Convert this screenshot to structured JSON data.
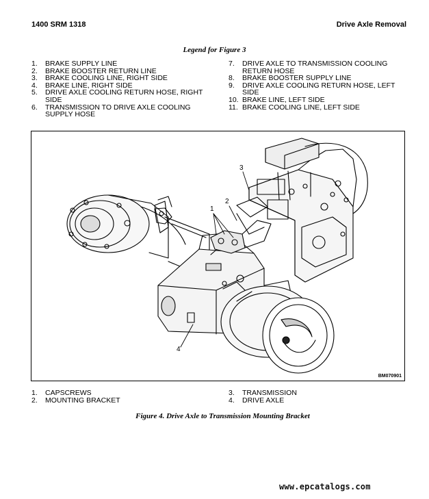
{
  "header": {
    "left": "1400 SRM 1318",
    "right": "Drive Axle Removal"
  },
  "legend_fig3": {
    "title": "Legend for Figure 3",
    "left": [
      {
        "num": "1.",
        "text": "BRAKE SUPPLY LINE"
      },
      {
        "num": "2.",
        "text": "BRAKE BOOSTER RETURN LINE"
      },
      {
        "num": "3.",
        "text": "BRAKE COOLING LINE, RIGHT SIDE"
      },
      {
        "num": "4.",
        "text": "BRAKE LINE, RIGHT SIDE"
      },
      {
        "num": "5.",
        "text": "DRIVE AXLE COOLING RETURN HOSE, RIGHT SIDE"
      },
      {
        "num": "6.",
        "text": "TRANSMISSION TO DRIVE AXLE COOLING SUPPLY HOSE"
      }
    ],
    "right": [
      {
        "num": "7.",
        "text": "DRIVE AXLE TO TRANSMISSION COOLING RETURN HOSE"
      },
      {
        "num": "8.",
        "text": "BRAKE BOOSTER SUPPLY LINE"
      },
      {
        "num": "9.",
        "text": "DRIVE AXLE COOLING RETURN HOSE, LEFT SIDE"
      },
      {
        "num": "10.",
        "text": "BRAKE LINE, LEFT SIDE"
      },
      {
        "num": "11.",
        "text": "BRAKE COOLING LINE, LEFT SIDE"
      }
    ]
  },
  "figure": {
    "callouts": [
      "1",
      "2",
      "3",
      "4"
    ],
    "id": "BM070901"
  },
  "legend_fig4": {
    "left": [
      {
        "num": "1.",
        "text": "CAPSCREWS"
      },
      {
        "num": "2.",
        "text": "MOUNTING BRACKET"
      }
    ],
    "right": [
      {
        "num": "3.",
        "text": "TRANSMISSION"
      },
      {
        "num": "4.",
        "text": "DRIVE AXLE"
      }
    ],
    "caption": "Figure 4. Drive Axle to Transmission Mounting Bracket"
  },
  "watermark": "www.epcatalogs.com"
}
